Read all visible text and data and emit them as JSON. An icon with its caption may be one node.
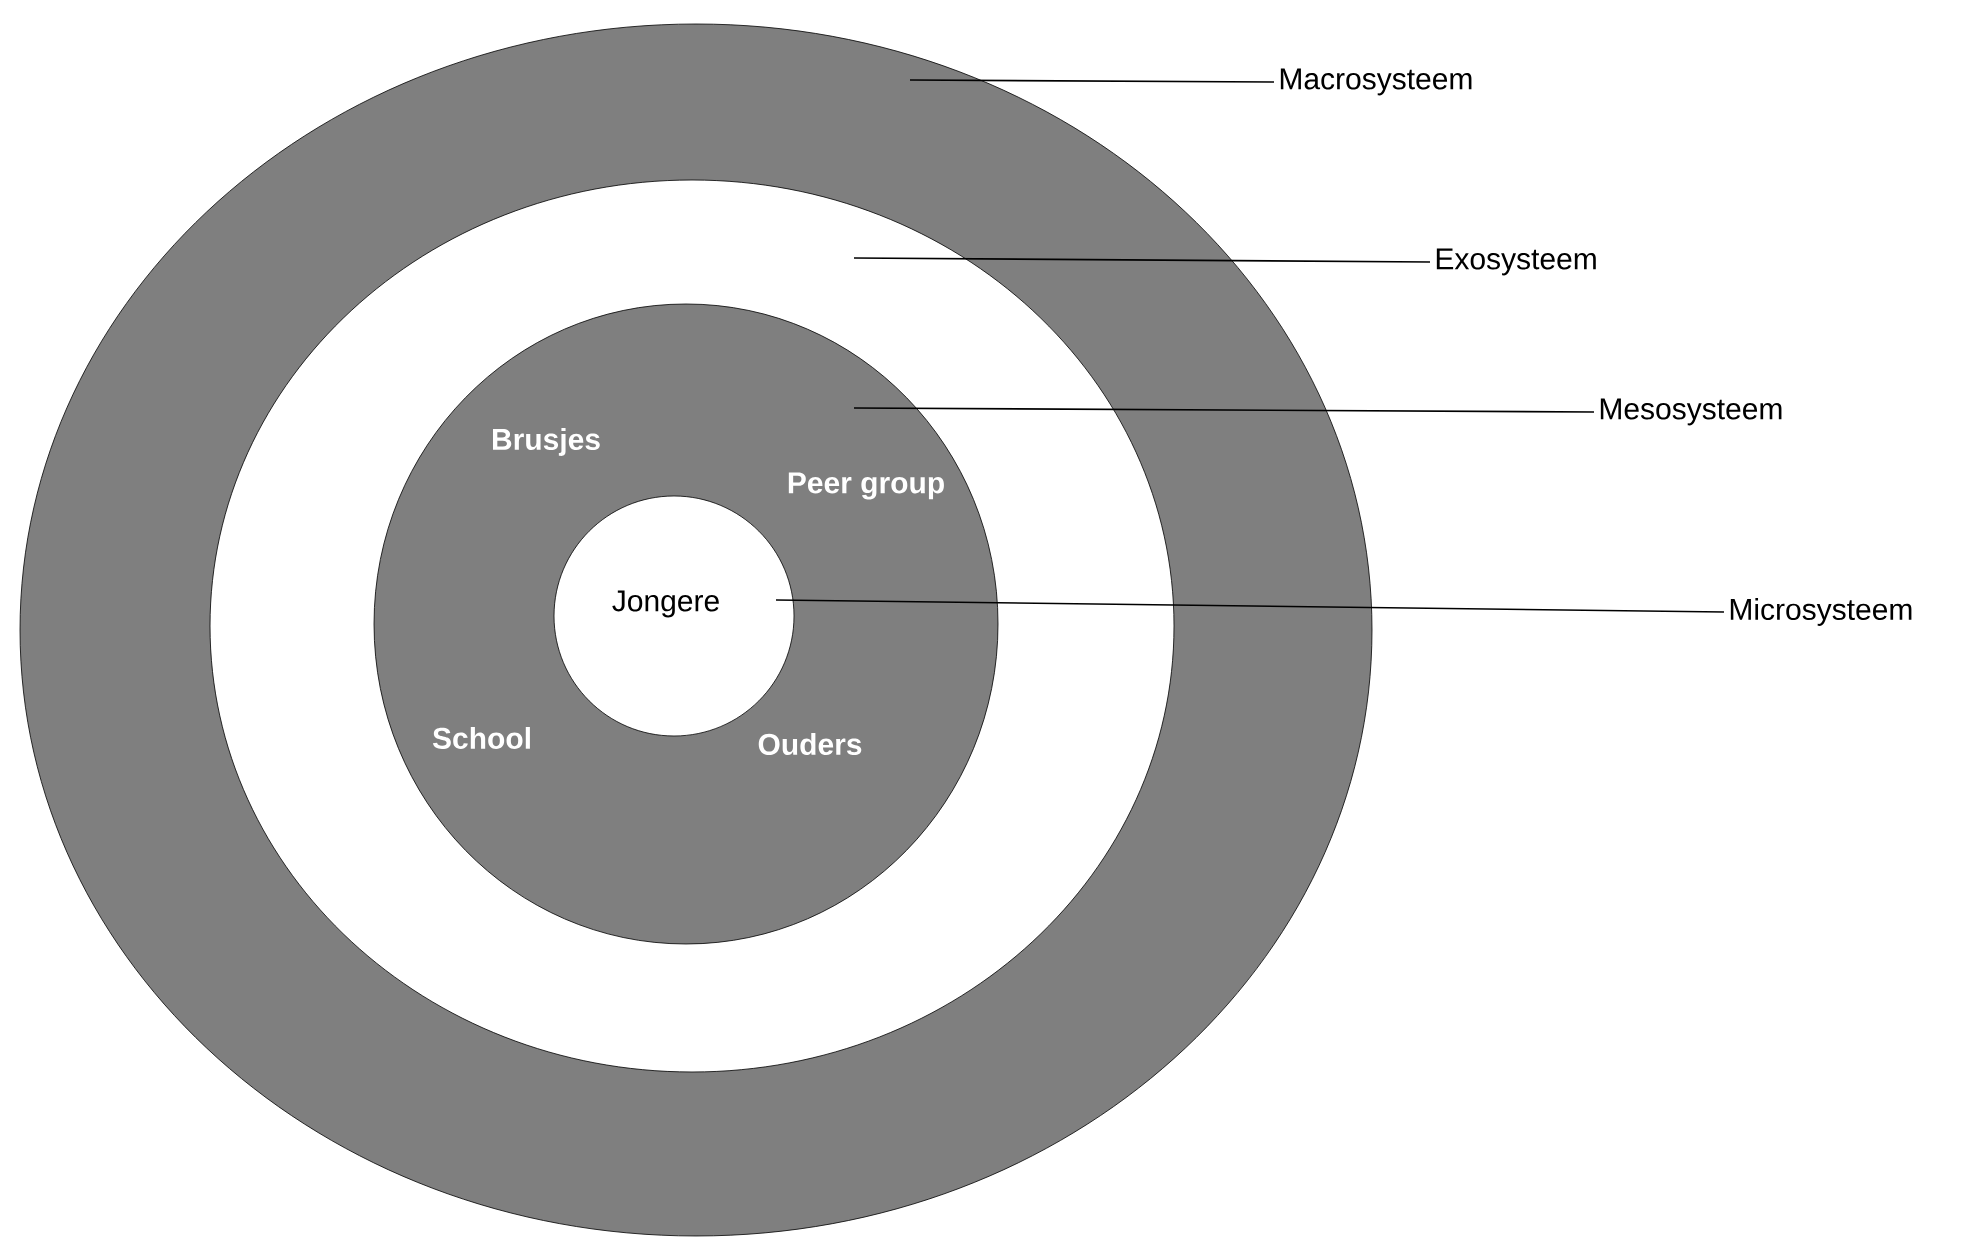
{
  "diagram": {
    "nodes": [
      {
        "text": [],
        "shape": "circle"
      },
      {
        "text": [],
        "shape": "circle",
        "in": 0
      },
      {
        "text": [
          "Brusjes",
          "Peer group",
          "School",
          "Ouders"
        ],
        "in": 1
      },
      {
        "text": [
          "Jongere"
        ],
        "in": 2
      },
      {
        "text": [
          "Macrosysteem"
        ]
      },
      {
        "text": [
          "Exosysteem"
        ]
      },
      {
        "text": [
          "Mesosysteem"
        ]
      },
      {
        "text": [
          "Microsysteem"
        ]
      }
    ],
    "edges": [
      {
        "from": 4,
        "to": 0,
        "arrow": "none"
      },
      {
        "from": 5,
        "to": 1,
        "arrow": "none"
      },
      {
        "from": 6,
        "to": 2,
        "arrow": "none"
      },
      {
        "from": 7,
        "to": 3,
        "arrow": "none"
      }
    ]
  }
}
